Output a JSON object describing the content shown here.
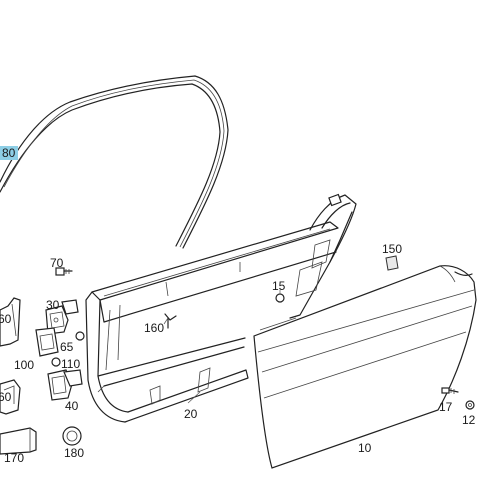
{
  "callouts": {
    "c10": "10",
    "c12": "12",
    "c15": "15",
    "c17": "17",
    "c20": "20",
    "c30": "30",
    "c40": "40",
    "c60a": "60",
    "c60b": "60",
    "c65": "65",
    "c70": "70",
    "c80": "80",
    "c100": "100",
    "c110": "110",
    "c150": "150",
    "c160": "160",
    "c170": "170",
    "c180": "180"
  },
  "highlight_color": "#8ecfe6"
}
